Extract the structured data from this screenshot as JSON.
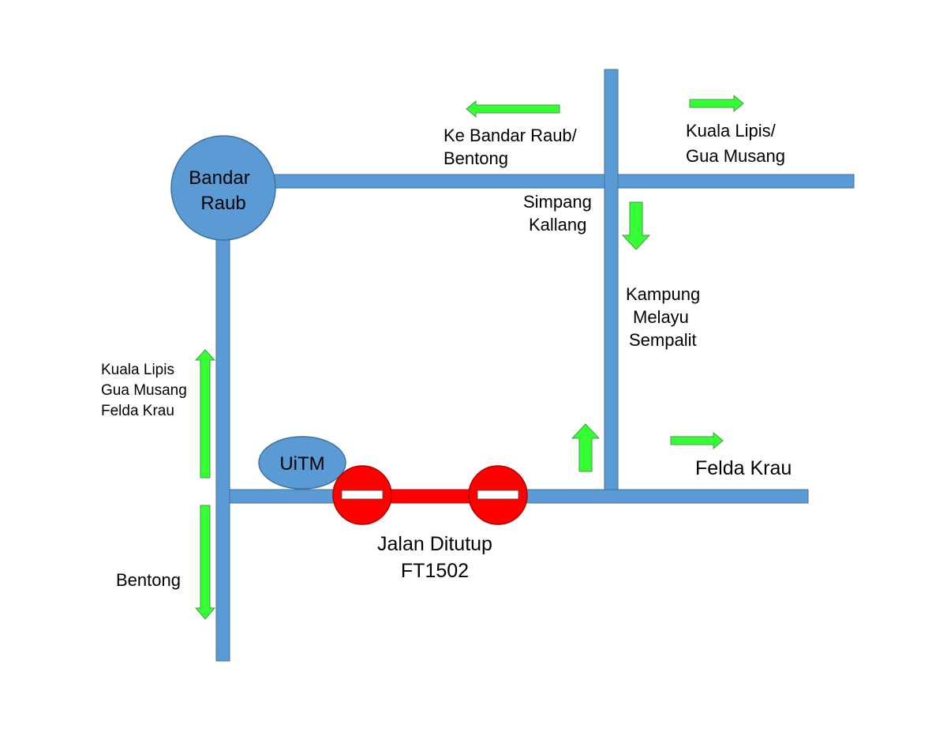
{
  "map": {
    "places": {
      "bandar_raub_line1": "Bandar",
      "bandar_raub_line2": "Raub",
      "uitm": "UiTM"
    },
    "labels": {
      "ke_bandar_raub_line1": "Ke Bandar Raub/",
      "ke_bandar_raub_line2": "Bentong",
      "kuala_lipis_top_line1": "Kuala Lipis/",
      "kuala_lipis_top_line2": "Gua Musang",
      "simpang_line1": "Simpang",
      "simpang_line2": "Kallang",
      "kampung_line1": "Kampung",
      "kampung_line2": "Melayu",
      "kampung_line3": "Sempalit",
      "left_line1": "Kuala Lipis",
      "left_line2": "Gua Musang",
      "left_line3": "Felda Krau",
      "bentong": "Bentong",
      "felda_krau": "Felda Krau",
      "closed_line1": "Jalan Ditutup",
      "closed_line2": "FT1502"
    },
    "colors": {
      "road": "#5b9bd5",
      "road_outline": "#41719c",
      "closed_road": "#ff0000",
      "no_entry": "#ff0000",
      "no_entry_bar": "#ffffff",
      "arrow": "#33ff33",
      "arrow_outline": "#4a9a4a"
    }
  }
}
